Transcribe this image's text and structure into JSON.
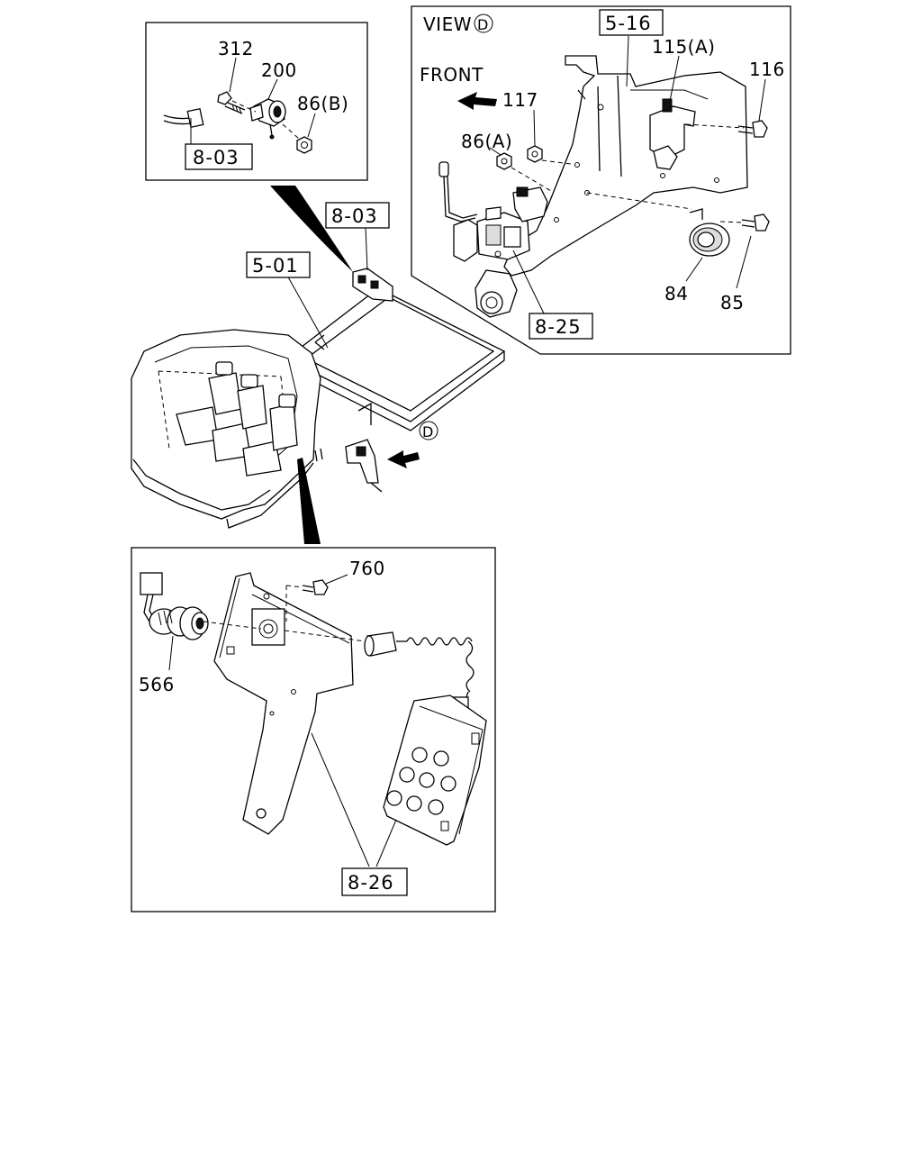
{
  "detail_top_left": {
    "labels": {
      "p312": "312",
      "p200": "200",
      "p86b": "86(B)"
    },
    "ref": "8-03"
  },
  "view_d": {
    "title_prefix": "VIEW",
    "title_letter": "D",
    "front_label": "FRONT",
    "labels": {
      "p115a": "115(A)",
      "p116": "116",
      "p117": "117",
      "p86a": "86(A)",
      "p84": "84",
      "p85": "85"
    },
    "refs": {
      "r516": "5-16",
      "r825": "8-25"
    }
  },
  "truck": {
    "refs": {
      "r803": "8-03",
      "r501": "5-01"
    },
    "view_marker": "D"
  },
  "detail_bottom": {
    "labels": {
      "p760": "760",
      "p566": "566"
    },
    "ref": "8-26"
  }
}
